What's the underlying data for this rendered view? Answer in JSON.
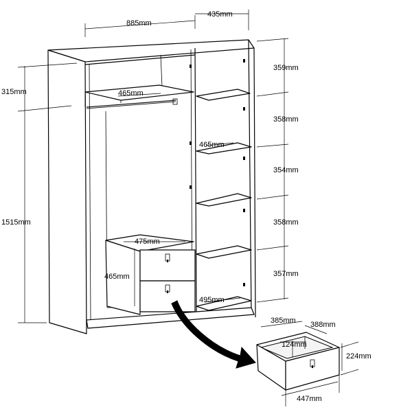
{
  "dimensions": {
    "width": "885mm",
    "depth": "435mm",
    "top_gap": "315mm",
    "hanging_height": "1515mm",
    "rail_width": "465mm",
    "shelf_width_right": "465mm",
    "shelf_1": "359mm",
    "shelf_2": "358mm",
    "shelf_3": "354mm",
    "shelf_4": "358mm",
    "shelf_5": "357mm",
    "drawer_unit_width": "475mm",
    "drawer_unit_height": "465mm",
    "bottom_depth": "495mm"
  },
  "drawer_detail": {
    "width": "385mm",
    "depth": "388mm",
    "inner_height": "124mm",
    "height": "224mm",
    "front_width": "447mm"
  }
}
